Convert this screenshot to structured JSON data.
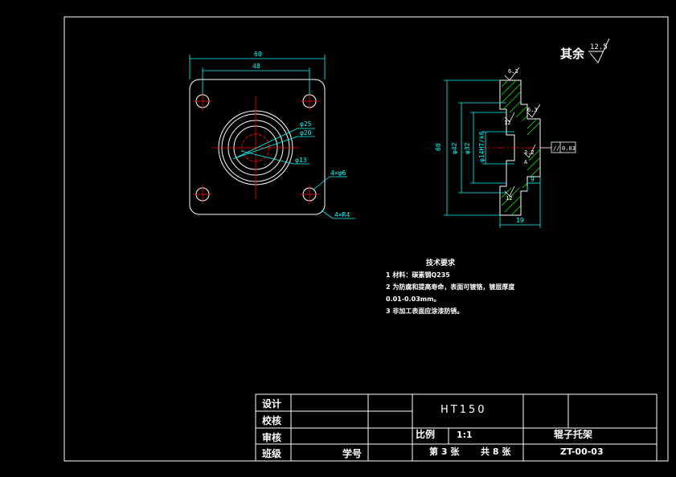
{
  "colors": {
    "background": "#000000",
    "frame": "#ffffff",
    "dimension": "#00ffff",
    "centerline": "#ff0000",
    "hatch": "#00ff00",
    "text": "#ffffff"
  },
  "front_view": {
    "dim_overall": "60",
    "dim_holes": "48",
    "dia_25": "φ25",
    "dia_20": "φ20",
    "dia_13": "φ13",
    "holes": "4×φ6",
    "corners": "4×R4"
  },
  "section_view": {
    "dim_height": "60",
    "dia_42": "φ42",
    "dia_32": "φ32",
    "bore_fit": "φ14H7/k6",
    "dim_width": "19",
    "dim_step": "9",
    "rough_top": "6.3",
    "rough_mid": "12",
    "rough_right": "6.3",
    "rough_bore": "3.2",
    "rough_bottom": "12",
    "tol_symbol": "//",
    "tol_value": "0.03",
    "datum": "A"
  },
  "roughness_note": {
    "label": "其余",
    "value": "12.5"
  },
  "tech_requirements": {
    "title": "技术要求",
    "lines": [
      "1 材料：碳素钢Q235",
      "2 为防腐和提高寿命，表面可镀铬，镀层厚度",
      "0.01-0.03mm。",
      "3 非加工表面应涂漆防锈。"
    ]
  },
  "title_block": {
    "design": "设计",
    "check": "校核",
    "review": "审核",
    "class": "班级",
    "student_no": "学号",
    "material": "HT150",
    "scale_label": "比例",
    "scale_value": "1:1",
    "sheet": "第 3 张",
    "total": "共 8 张",
    "part_name": "辊子托架",
    "drawing_no": "ZT-00-03"
  }
}
